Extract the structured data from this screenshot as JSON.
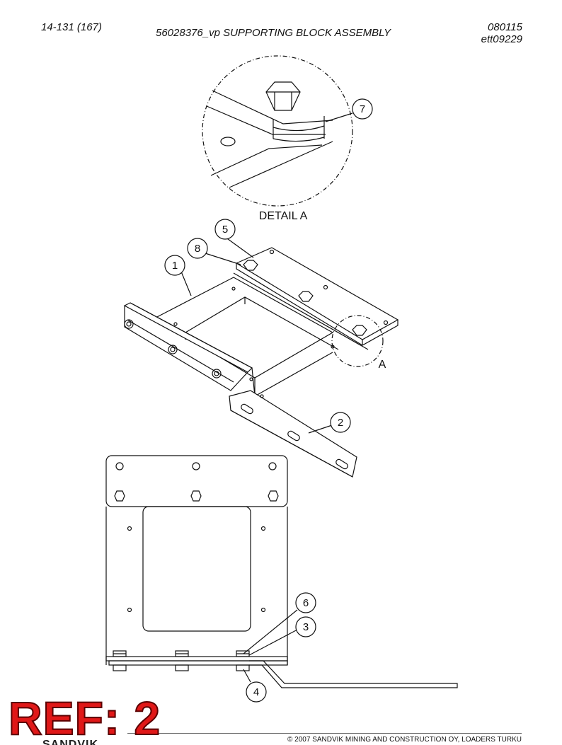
{
  "header": {
    "page_number": "14-131 (167)",
    "title": "56028376_vp SUPPORTING BLOCK ASSEMBLY",
    "code_date": "080115",
    "code_ref": "ett09229"
  },
  "detail_label": "DETAIL A",
  "detail_marker": "A",
  "callouts": {
    "c1": "1",
    "c2": "2",
    "c3": "3",
    "c4": "4",
    "c5": "5",
    "c6": "6",
    "c7": "7",
    "c8": "8"
  },
  "stamp": "REF: 2",
  "footer": {
    "logo": "SANDVIK",
    "copyright": "© 2007 SANDVIK MINING AND CONSTRUCTION OY, LOADERS TURKU"
  }
}
